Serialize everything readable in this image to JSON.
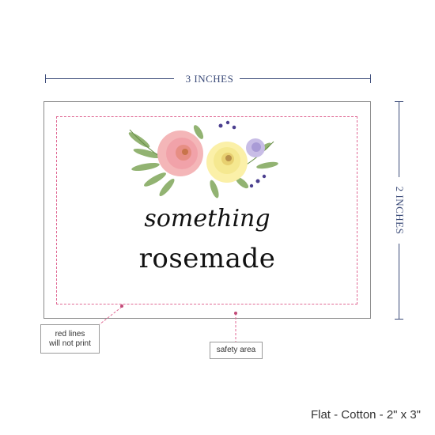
{
  "dimension_width": {
    "label": "3 INCHES"
  },
  "dimension_height": {
    "label": "2 INCHES"
  },
  "card": {
    "tagline": "something",
    "brand": "rosemade"
  },
  "callouts": {
    "red_lines": "red lines\nwill not print",
    "safety_area": "safety area"
  },
  "footer": {
    "product": "Flat - Cotton - 2\" x 3\""
  },
  "colors": {
    "dimension": "#3a4a78",
    "safety_line": "#e06a95",
    "card_border": "#8a8a8a"
  },
  "icons": [
    "watercolor-floral-icon"
  ]
}
